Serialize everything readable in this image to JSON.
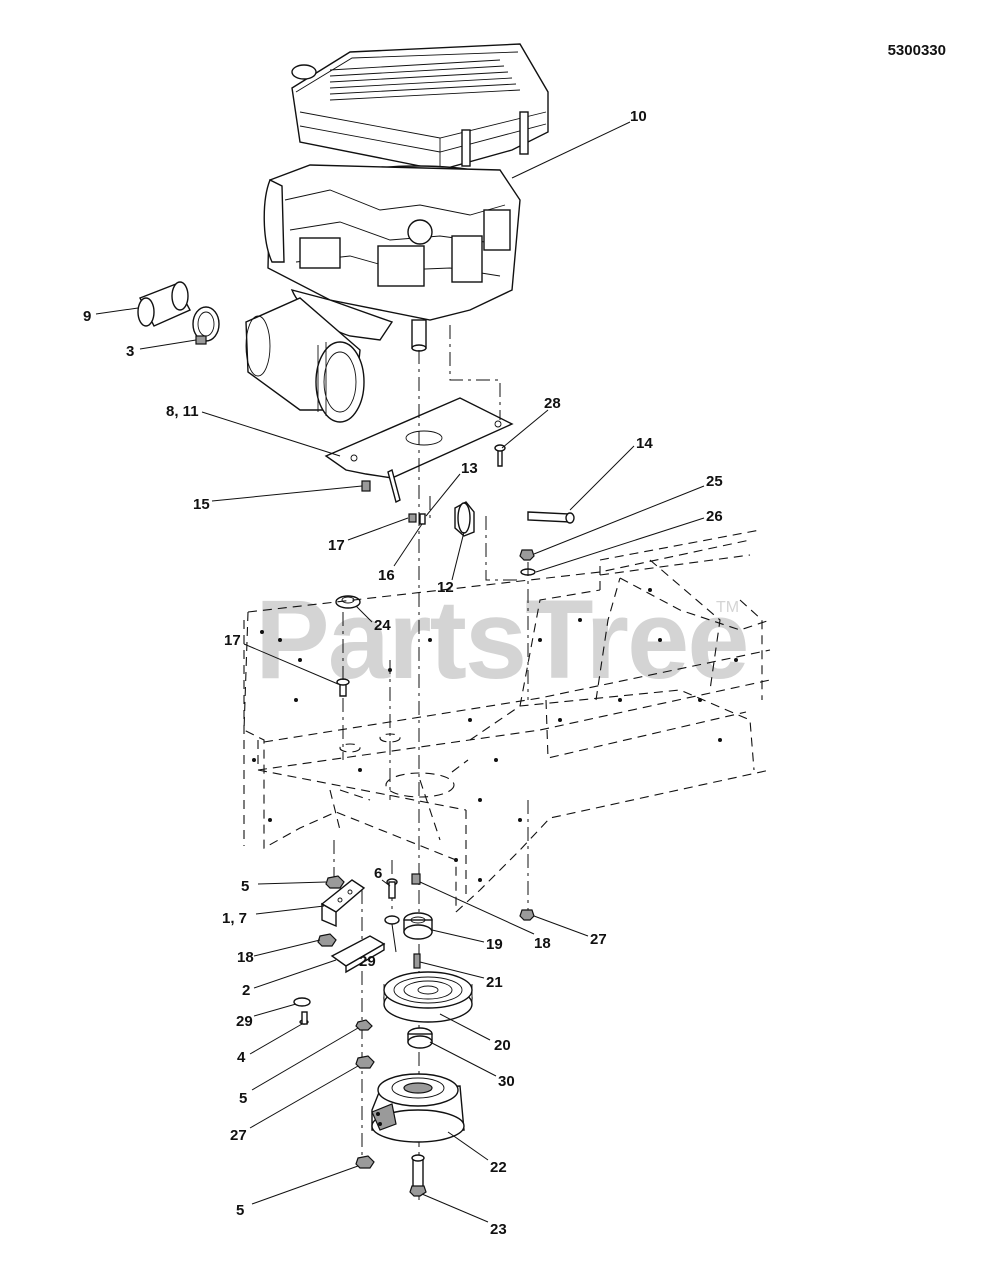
{
  "document_id": "5300330",
  "watermark": {
    "text": "PartsTree",
    "trademark": "TM"
  },
  "callouts": [
    {
      "id": "c-10",
      "label": "10"
    },
    {
      "id": "c-9",
      "label": "9"
    },
    {
      "id": "c-3",
      "label": "3"
    },
    {
      "id": "c-8-11",
      "label": "8, 11"
    },
    {
      "id": "c-28",
      "label": "28"
    },
    {
      "id": "c-14",
      "label": "14"
    },
    {
      "id": "c-13",
      "label": "13"
    },
    {
      "id": "c-15",
      "label": "15"
    },
    {
      "id": "c-25",
      "label": "25"
    },
    {
      "id": "c-26",
      "label": "26"
    },
    {
      "id": "c-17a",
      "label": "17"
    },
    {
      "id": "c-16",
      "label": "16"
    },
    {
      "id": "c-12",
      "label": "12"
    },
    {
      "id": "c-24",
      "label": "24"
    },
    {
      "id": "c-17b",
      "label": "17"
    },
    {
      "id": "c-5a",
      "label": "5"
    },
    {
      "id": "c-6",
      "label": "6"
    },
    {
      "id": "c-1-7",
      "label": "1, 7"
    },
    {
      "id": "c-27a",
      "label": "27"
    },
    {
      "id": "c-18a",
      "label": "18"
    },
    {
      "id": "c-19",
      "label": "19"
    },
    {
      "id": "c-18b",
      "label": "18"
    },
    {
      "id": "c-29a",
      "label": "29"
    },
    {
      "id": "c-2",
      "label": "2"
    },
    {
      "id": "c-21",
      "label": "21"
    },
    {
      "id": "c-29b",
      "label": "29"
    },
    {
      "id": "c-20",
      "label": "20"
    },
    {
      "id": "c-4",
      "label": "4"
    },
    {
      "id": "c-5b",
      "label": "5"
    },
    {
      "id": "c-30",
      "label": "30"
    },
    {
      "id": "c-27b",
      "label": "27"
    },
    {
      "id": "c-22",
      "label": "22"
    },
    {
      "id": "c-5c",
      "label": "5"
    },
    {
      "id": "c-23",
      "label": "23"
    }
  ]
}
